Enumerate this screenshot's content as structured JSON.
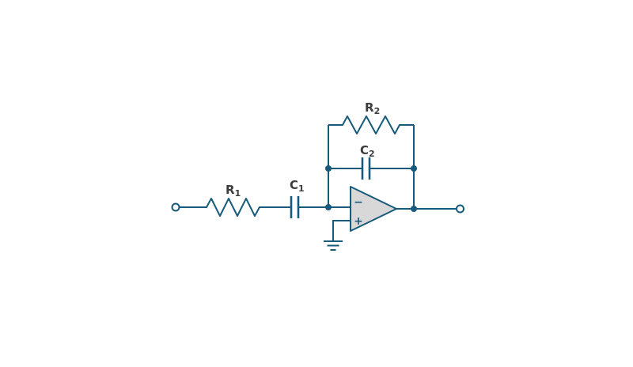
{
  "diagram": {
    "colors": {
      "wire": "#175A7B",
      "label": "#3C3C3C",
      "opamp_fill": "#D8D8D8",
      "background": "#FFFFFF"
    },
    "labels": {
      "r1": {
        "name": "R",
        "sub": "1"
      },
      "c1": {
        "name": "C",
        "sub": "1"
      },
      "r2": {
        "name": "R",
        "sub": "2"
      },
      "c2": {
        "name": "C",
        "sub": "2"
      }
    },
    "opamp": {
      "inverting": "−",
      "noninverting": "+"
    }
  }
}
